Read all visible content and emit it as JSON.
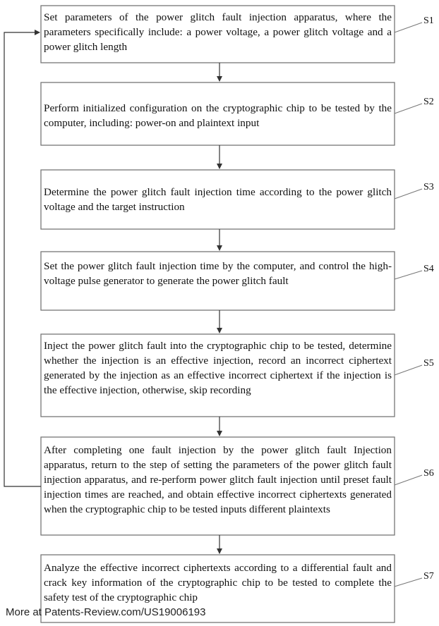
{
  "steps": [
    {
      "label": "S1",
      "text": "Set parameters of the power glitch fault injection apparatus, where the parameters specifically include: a power voltage, a power glitch voltage and a power glitch length"
    },
    {
      "label": "S2",
      "text": "Perform initialized configuration on the cryptographic chip to be tested by the computer, including: power-on and plaintext input"
    },
    {
      "label": "S3",
      "text": "Determine the power glitch fault injection time according to the power glitch voltage and the target instruction"
    },
    {
      "label": "S4",
      "text": "Set the power glitch fault injection time by the computer, and control the high-voltage pulse generator to generate the power glitch fault"
    },
    {
      "label": "S5",
      "text": "Inject the power glitch fault into the cryptographic chip to be tested, determine whether the injection is an effective injection, record an incorrect ciphertext generated by the injection as an effective incorrect ciphertext if the injection is the effective injection, otherwise, skip recording"
    },
    {
      "label": "S6",
      "text": "After completing one fault injection by the power glitch fault Injection apparatus, return to the step of setting the parameters of the power glitch fault injection apparatus, and re-perform power glitch fault injection until preset fault injection times are reached, and obtain effective incorrect ciphertexts generated when the cryptographic chip to be tested inputs different plaintexts"
    },
    {
      "label": "S7",
      "text": "Analyze the effective incorrect ciphertexts according to a differential fault and crack key information of the cryptographic chip to be tested to complete the safety test of the cryptographic chip"
    }
  ],
  "footer": "More at Patents-Review.com/US19006193"
}
